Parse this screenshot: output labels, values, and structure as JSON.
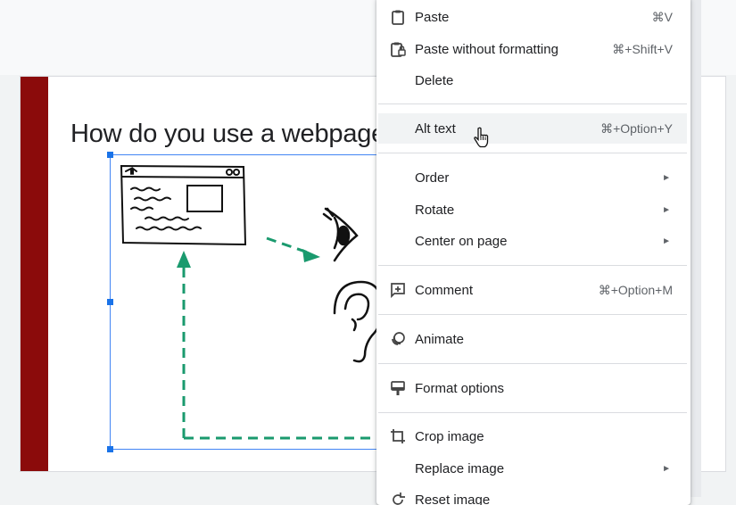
{
  "slide": {
    "title": "How do you use a webpage",
    "accent_color": "#8b0b0b"
  },
  "menu": {
    "items": [
      {
        "label": "Paste",
        "shortcut": "⌘V",
        "icon": "clipboard-icon"
      },
      {
        "label": "Paste without formatting",
        "shortcut": "⌘+Shift+V",
        "icon": "clipboard-lock-icon"
      },
      {
        "label": "Delete",
        "shortcut": "",
        "icon": ""
      },
      {
        "label": "Alt text",
        "shortcut": "⌘+Option+Y",
        "icon": "",
        "hovered": true
      },
      {
        "label": "Order",
        "shortcut": "",
        "icon": "",
        "submenu": true
      },
      {
        "label": "Rotate",
        "shortcut": "",
        "icon": "",
        "submenu": true
      },
      {
        "label": "Center on page",
        "shortcut": "",
        "icon": "",
        "submenu": true
      },
      {
        "label": "Comment",
        "shortcut": "⌘+Option+M",
        "icon": "add-comment-icon"
      },
      {
        "label": "Animate",
        "shortcut": "",
        "icon": "animate-icon"
      },
      {
        "label": "Format options",
        "shortcut": "",
        "icon": "format-paint-icon"
      },
      {
        "label": "Crop image",
        "shortcut": "",
        "icon": "crop-icon"
      },
      {
        "label": "Replace image",
        "shortcut": "",
        "icon": "",
        "submenu": true
      },
      {
        "label": "Reset image",
        "shortcut": "",
        "icon": "reset-icon"
      }
    ],
    "submenu_glyph": "►"
  },
  "colors": {
    "selection": "#4285f4",
    "arrow_green": "#1a9a6e",
    "hover_bg": "#f1f3f4"
  }
}
